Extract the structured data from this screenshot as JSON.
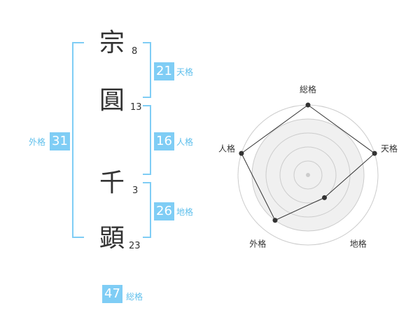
{
  "name": {
    "characters": [
      {
        "char": "宗",
        "strokes": "8"
      },
      {
        "char": "圓",
        "strokes": "13"
      },
      {
        "char": "千",
        "strokes": "3"
      },
      {
        "char": "顕",
        "strokes": "23"
      }
    ]
  },
  "fortunes": {
    "tenkaku": {
      "label": "天格",
      "value": "21"
    },
    "jinkaku": {
      "label": "人格",
      "value": "16"
    },
    "chikaku": {
      "label": "地格",
      "value": "26"
    },
    "gaikaku": {
      "label": "外格",
      "value": "31"
    },
    "soukaku": {
      "label": "総格",
      "value": "47"
    }
  },
  "colors": {
    "accent": "#7fcdf5",
    "accent_text": "#61c0ec",
    "radar_fill": "#f0f0f0",
    "radar_ring": "#cccccc",
    "text": "#333333"
  },
  "chart_data": {
    "type": "radar",
    "axes": [
      "総格",
      "天格",
      "地格",
      "外格",
      "人格"
    ],
    "values": [
      5,
      5,
      2,
      4,
      5
    ],
    "max": 5,
    "rings": 5
  }
}
